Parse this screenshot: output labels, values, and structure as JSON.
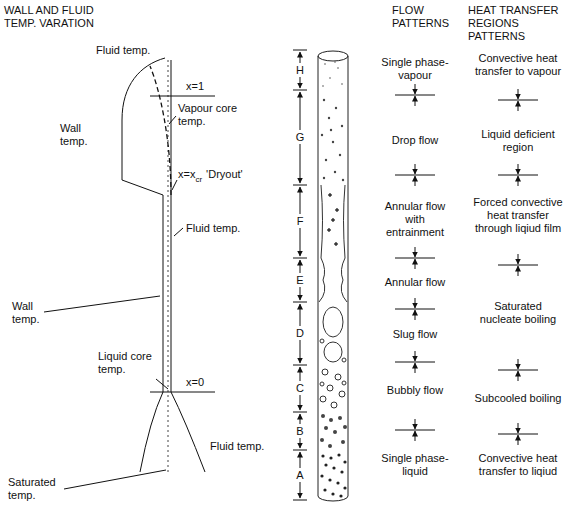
{
  "diagram": {
    "labels": [
      "WALL AND FLUID TEMP. VARATION",
      "FLOW PATTERNS",
      "HEAT TRANSFER REGIONS PATTERNS",
      "Fluid temp.",
      "x=1",
      "Wall temp.",
      "Vapour core temp.",
      "x=x",
      "cr",
      "'Dryout'",
      "Fluid temp.",
      "Wall temp.",
      "Liquid core temp.",
      "x=0",
      "Fluid temp.",
      "Saturated temp.",
      "H",
      "G",
      "F",
      "E",
      "D",
      "C",
      "B",
      "A",
      "Single phase- vapour",
      "Drop flow",
      "Annular flow with entrainment",
      "Annular flow",
      "Slug flow",
      "Bubbly flow",
      "Single phase- liquid",
      "Convective heat transfer to vapour",
      "Liquid deficient region",
      "Forced convective heat transfer through liqiud film",
      "Saturated nucleate boiling",
      "Subcooled boiling",
      "Convective heat transfer to liqiud"
    ]
  }
}
